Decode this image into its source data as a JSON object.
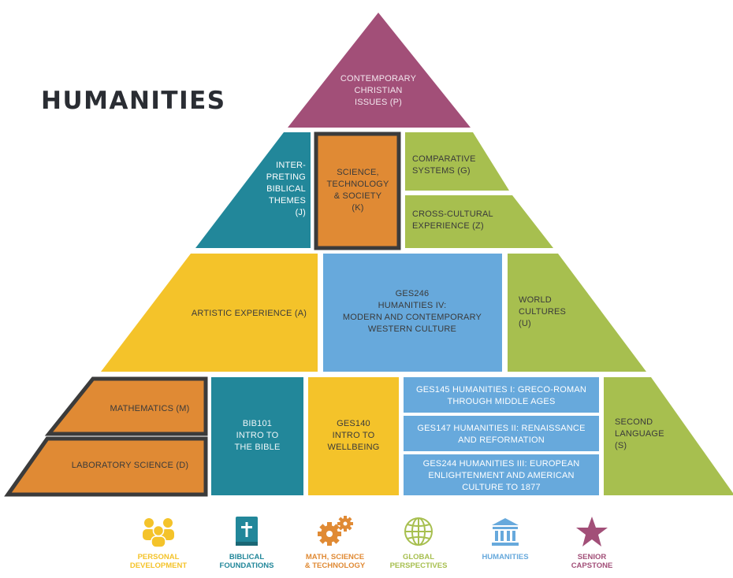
{
  "title": "HUMANITIES",
  "pyramid": {
    "tier1": {
      "capstone": "CONTEMPORARY\nCHRISTIAN\nISSUES (P)"
    },
    "tier2": {
      "biblical": "INTER-\nPRETING\nBIBLICAL\nTHEMES\n(J)",
      "science_society": "SCIENCE,\nTECHNOLOGY\n& SOCIETY\n(K)",
      "comparative": "COMPARATIVE\nSYSTEMS (G)",
      "cross_cultural": "CROSS-CULTURAL\nEXPERIENCE (Z)"
    },
    "tier3": {
      "artistic": "ARTISTIC EXPERIENCE (A)",
      "humanities4": "GES246\nHUMANITIES IV:\nMODERN AND CONTEMPORARY\nWESTERN CULTURE",
      "world_cultures": "WORLD\nCULTURES\n(U)"
    },
    "tier4": {
      "mathematics": "MATHEMATICS (M)",
      "lab_science": "LABORATORY SCIENCE (D)",
      "bible": "BIB101\nINTRO TO\nTHE BIBLE",
      "wellbeing": "GES140\nINTRO TO\nWELLBEING",
      "humanities1": "GES145 HUMANITIES I: GRECO-ROMAN\nTHROUGH MIDDLE AGES",
      "humanities2": "GES147 HUMANITIES II: RENAISSANCE\nAND REFORMATION",
      "humanities3": "GES244 HUMANITIES III: EUROPEAN\nENLIGHTENMENT AND AMERICAN\nCULTURE TO 1877",
      "second_language": "SECOND\nLANGUAGE\n(S)"
    }
  },
  "colors": {
    "capstone": "#a24f78",
    "biblical": "#22879a",
    "math_science": "#e08a34",
    "global": "#a7bf4f",
    "humanities": "#67a9dc",
    "personal": "#f4c32a",
    "outline": "#3b3b3b"
  },
  "legend": [
    {
      "label": "PERSONAL\nDEVELOPMENT",
      "icon": "people-icon",
      "color": "#f4c32a"
    },
    {
      "label": "BIBLICAL\nFOUNDATIONS",
      "icon": "bible-icon",
      "color": "#22879a"
    },
    {
      "label": "MATH, SCIENCE\n& TECHNOLOGY",
      "icon": "gears-icon",
      "color": "#e08a34"
    },
    {
      "label": "GLOBAL\nPERSPECTIVES",
      "icon": "globe-icon",
      "color": "#a7bf4f"
    },
    {
      "label": "HUMANITIES",
      "icon": "institution-icon",
      "color": "#67a9dc"
    },
    {
      "label": "SENIOR\nCAPSTONE",
      "icon": "star-icon",
      "color": "#a24f78"
    }
  ]
}
